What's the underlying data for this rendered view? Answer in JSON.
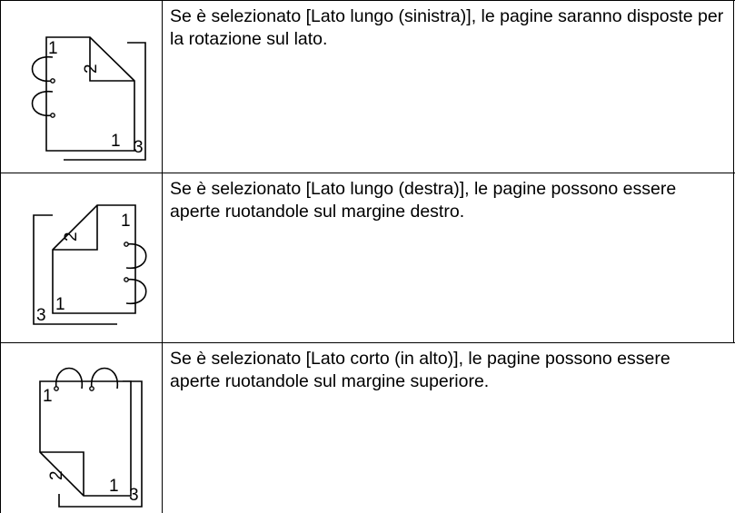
{
  "rows": [
    {
      "description": "Se è selezionato [Lato lungo (sinistra)], le pagine saranno disposte per la rotazione sul lato.",
      "diagram": {
        "front_page_number": "1",
        "back_page_number": "2",
        "second_sheet_number": "3",
        "corner_number": "1",
        "binding": "long-edge-left"
      }
    },
    {
      "description": "Se è selezionato [Lato lungo (destra)], le pagine possono essere aperte ruotandole sul margine destro.",
      "diagram": {
        "front_page_number": "1",
        "back_page_number": "2",
        "second_sheet_number": "3",
        "corner_number": "1",
        "binding": "long-edge-right"
      }
    },
    {
      "description": "Se è selezionato [Lato corto (in alto)], le pagine possono essere aperte ruotandole sul margine superiore.",
      "diagram": {
        "front_page_number": "1",
        "back_page_number": "2",
        "second_sheet_number": "3",
        "corner_number": "1",
        "binding": "short-edge-top"
      }
    }
  ]
}
